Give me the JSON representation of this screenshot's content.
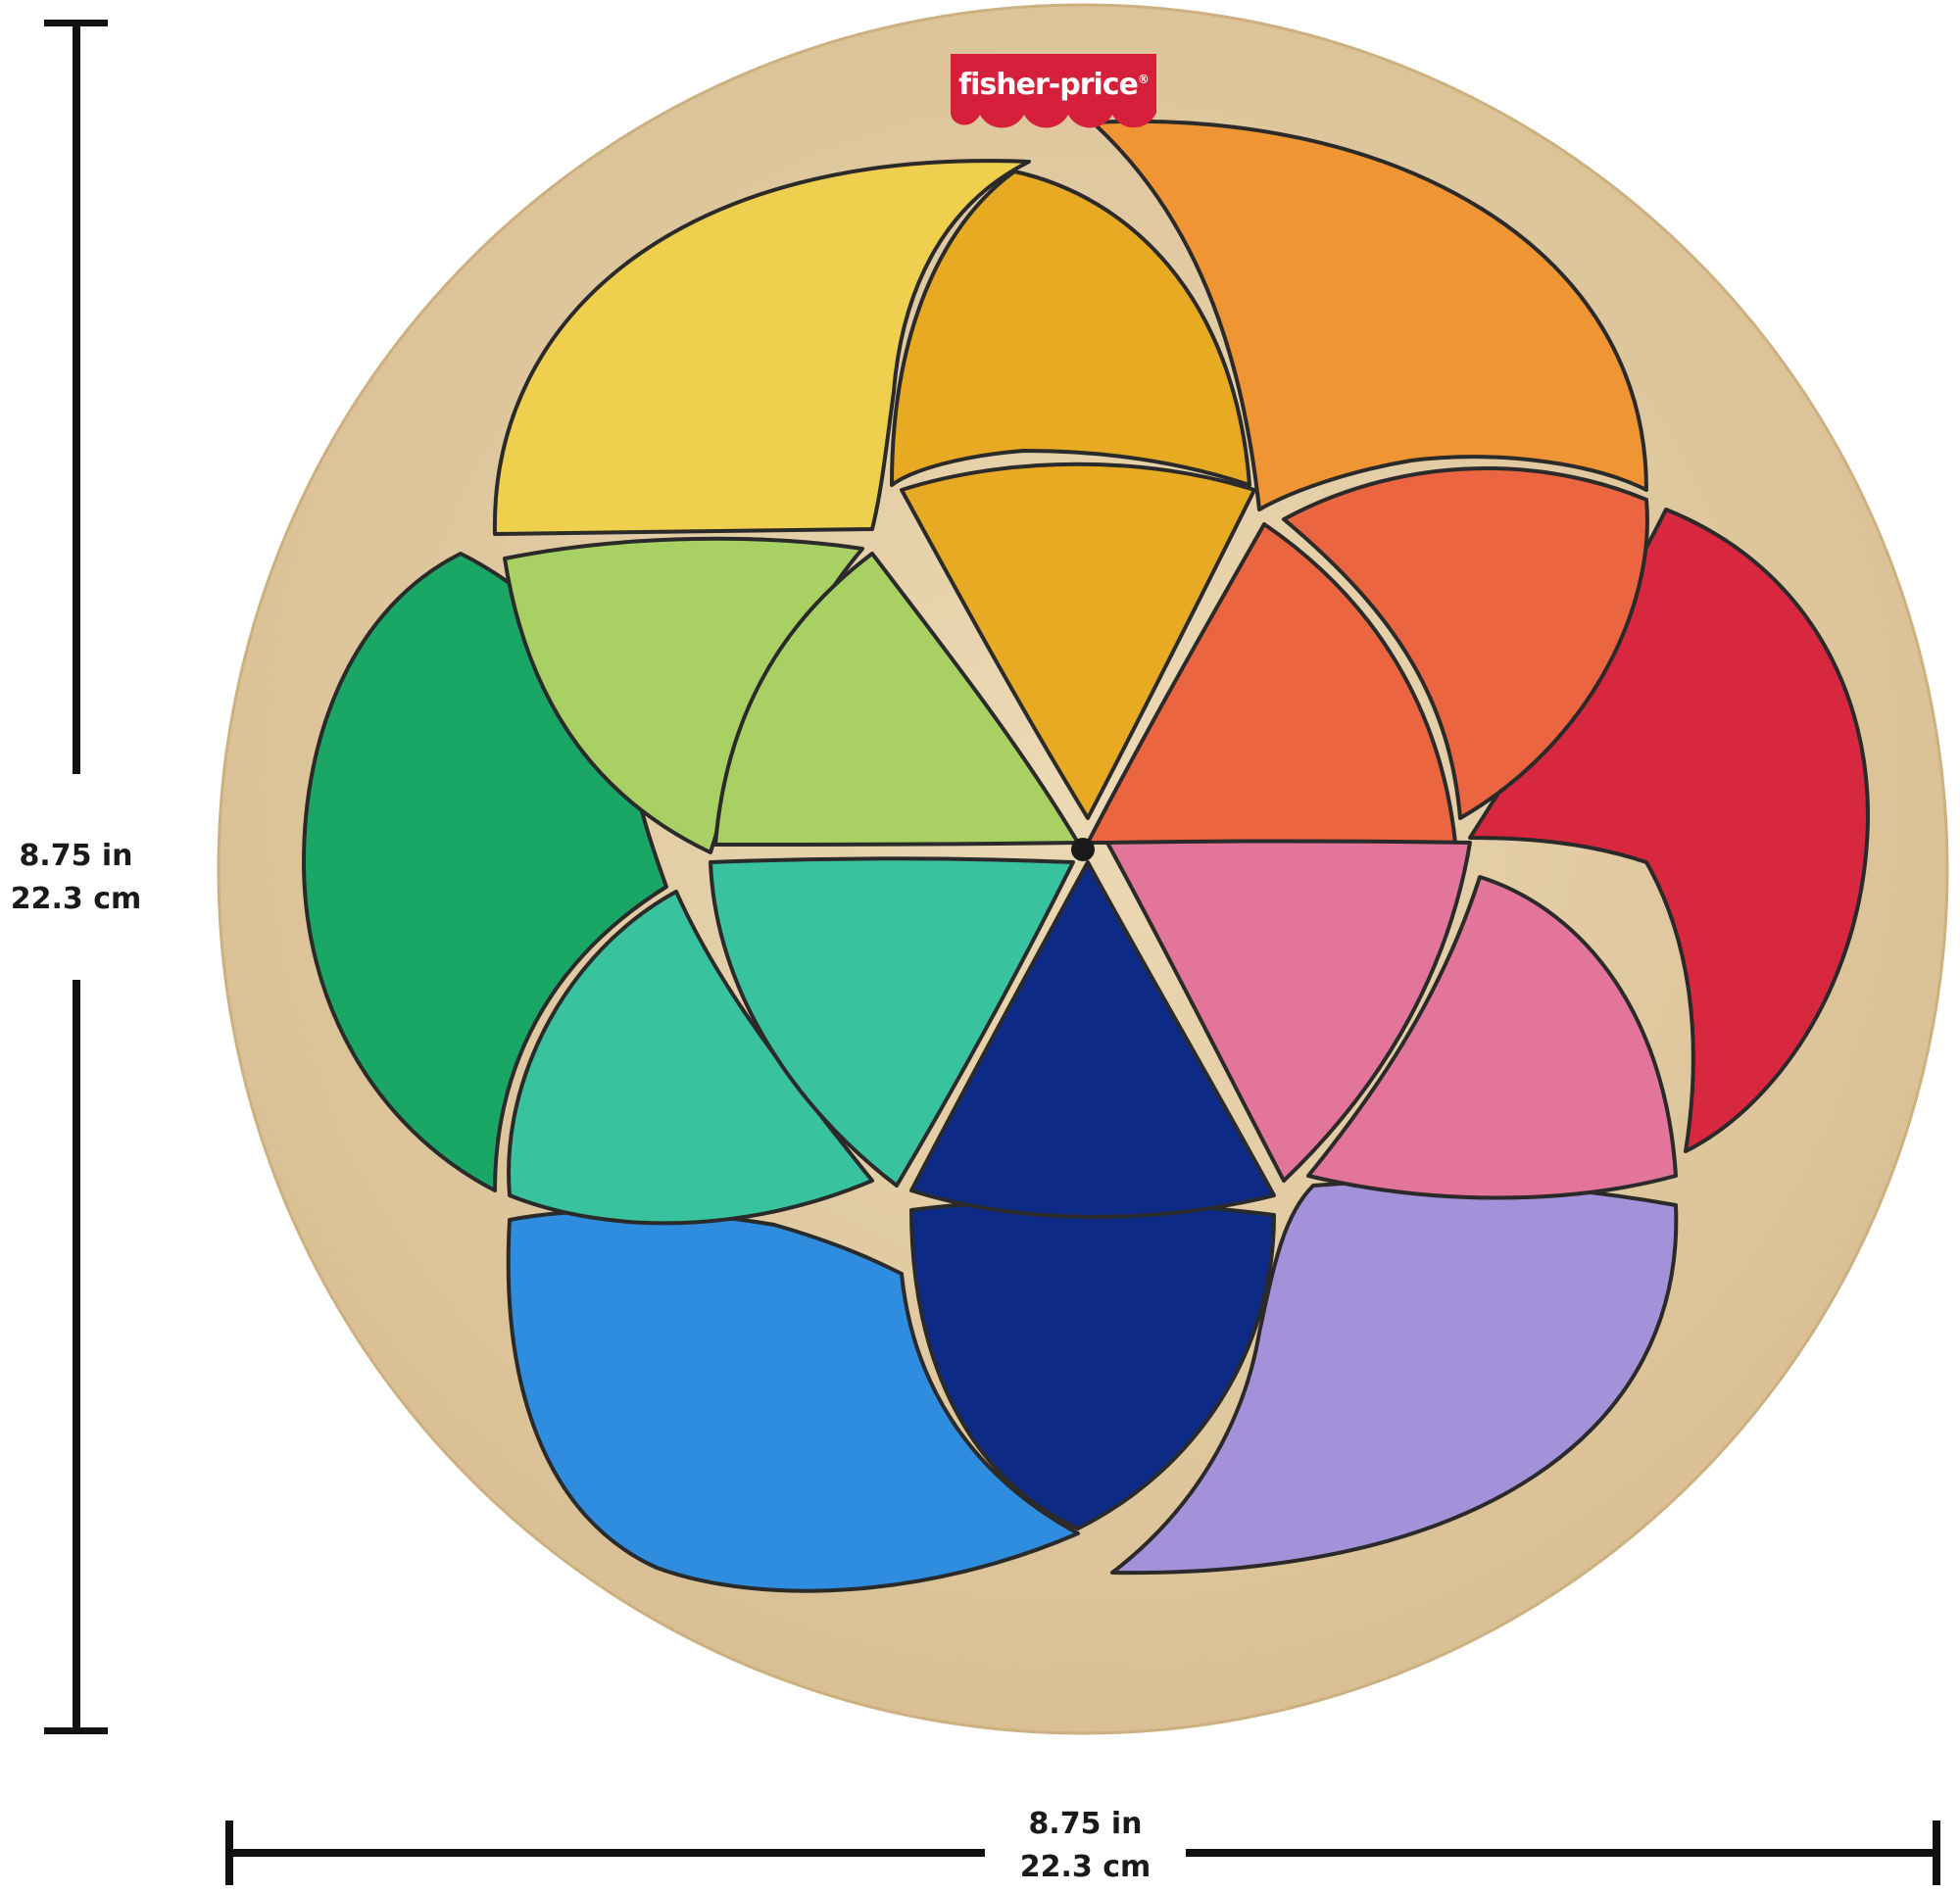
{
  "product": {
    "brand_logo_text": "fisher-price",
    "brand_logo_mark": "®",
    "description": "Round wooden rainbow color mosaic puzzle on natural wood tray",
    "colors": {
      "tray": "#e6cfa6",
      "tray_edge": "#d9bf93",
      "logo_bg": "#d61f3a",
      "yellow": "#efcf4e",
      "amber": "#e8aa22",
      "orange": "#ef9534",
      "orange_red": "#ea6540",
      "red": "#d8283f",
      "pink": "#e27599",
      "lavender": "#a392da",
      "navy": "#0d2b86",
      "blue": "#2f8de0",
      "teal": "#38c29e",
      "green": "#1aa765",
      "lime": "#a8d062"
    }
  },
  "dimensions": {
    "height": {
      "in": "8.75 in",
      "cm": "22.3 cm"
    },
    "width": {
      "in": "8.75 in",
      "cm": "22.3 cm"
    }
  }
}
